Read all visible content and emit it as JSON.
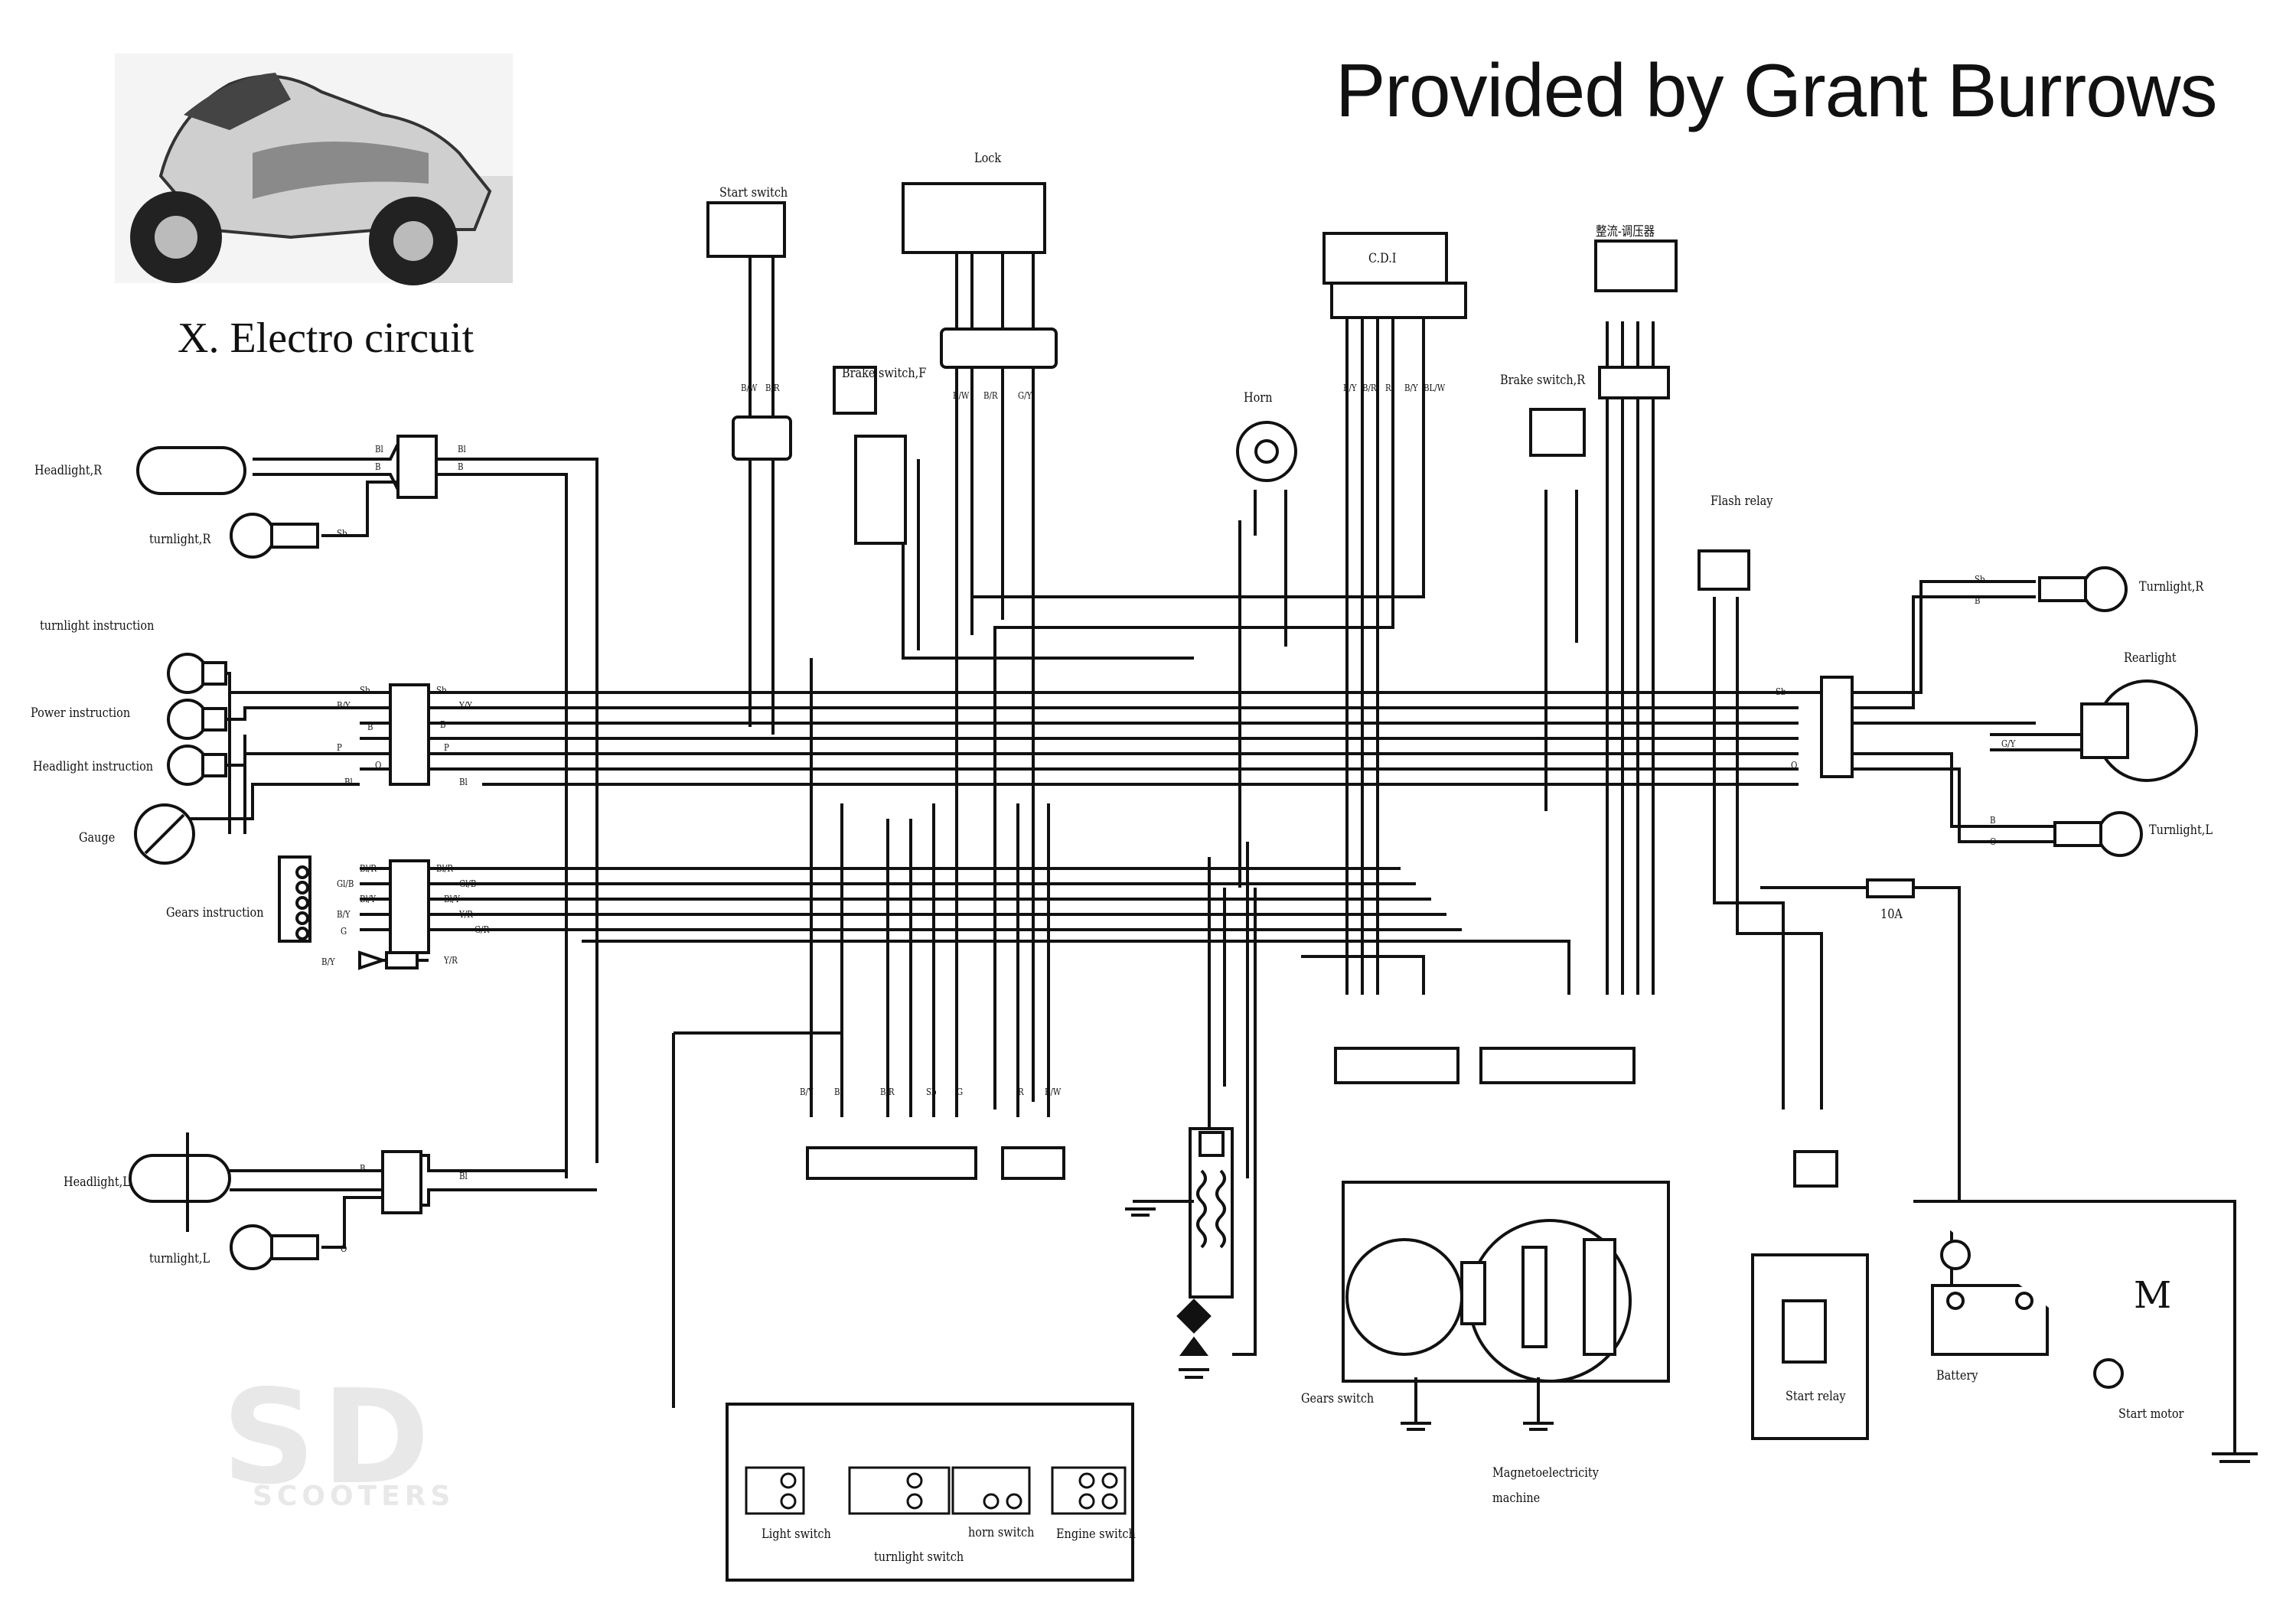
{
  "header": {
    "credit": "Provided by Grant Burrows",
    "subtitle": "X. Electro circuit"
  },
  "watermark": {
    "logo": "SD",
    "text": "SCOOTERS"
  },
  "components": {
    "start_switch": "Start switch",
    "lock": "Lock",
    "cdi": "C.D.I",
    "rectifier": "整流-调压器",
    "brake_switch_f": "Brake switch,F",
    "horn": "Horn",
    "brake_switch_r": "Brake switch,R",
    "flash_relay": "Flash relay",
    "headlight_r": "Headlight,R",
    "turnlight_r_left": "turnlight,R",
    "turnlight_instruction": "turnlight instruction",
    "power_instruction": "Power instruction",
    "headlight_instruction": "Headlight instruction",
    "gauge": "Gauge",
    "gears_instruction": "Gears instruction",
    "headlight_l": "Headlight,L",
    "turnlight_l_left": "turnlight,L",
    "turnlight_r_right": "Turnlight,R",
    "rearlight": "Rearlight",
    "turnlight_l_right": "Turnlight,L",
    "fuse": "10A",
    "gears_switch": "Gears switch",
    "magneto_line1": "Magnetoelectricity",
    "magneto_line2": "machine",
    "start_relay": "Start relay",
    "battery": "Battery",
    "start_motor": "Start motor",
    "motor_symbol": "M",
    "light_switch": "Light switch",
    "turnlight_switch": "turnlight switch",
    "horn_switch": "horn switch",
    "engine_switch": "Engine switch"
  },
  "wire_codes": {
    "l1": "Bl",
    "l2": "B",
    "l3": "Sb",
    "l4": "Sb",
    "l5": "B/Y",
    "l6": "B",
    "l7": "P",
    "l8": "O",
    "l9": "Bl",
    "l10": "Bl/R",
    "l11": "Gl/B",
    "l12": "Bl/Y",
    "l13": "B/Y",
    "l14": "G",
    "l15": "B/Y",
    "l16": "B",
    "l17": "O",
    "r1": "Bl",
    "r2": "B",
    "r3": "Sb",
    "r4": "Y/Y",
    "r5": "B",
    "r6": "P",
    "r7": "Bl",
    "r8": "Bl",
    "r9": "Bl/R",
    "r10": "Gl/B",
    "r11": "Bl/Y",
    "r12": "Y/R",
    "r13": "G/R",
    "r14": "Y/R",
    "r15": "Sb",
    "r16": "B",
    "r17": "Sb",
    "r18": "G/Y",
    "r19": "O",
    "r20": "B",
    "r21": "O",
    "bus1": "B/Y",
    "bus2": "Bl",
    "bus3": "B/R",
    "bus4": "Sb",
    "bus5": "G",
    "bus6": "R",
    "bus7": "B/W",
    "top1": "B/W",
    "top2": "B/R",
    "top3": "B/W",
    "top4": "B/R",
    "top5": "G/Y",
    "top6": "B/Y",
    "top7": "B/R",
    "top8": "R",
    "top9": "B/Y",
    "top10": "BL/W"
  },
  "colors": {
    "ink": "#111111",
    "paper": "#ffffff",
    "watermark": "#e6e6e6"
  }
}
